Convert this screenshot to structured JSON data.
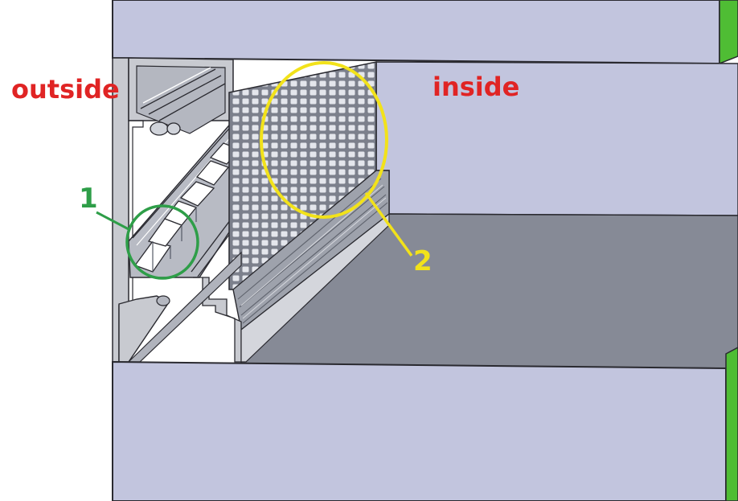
{
  "labels": {
    "outside": "outside",
    "inside": "inside",
    "callout_1": "1",
    "callout_2": "2"
  },
  "colors": {
    "label_red": "#e02424",
    "callout_green": "#2e9e48",
    "callout_yellow": "#f2e21a",
    "wall_face": "#c2c5de",
    "profile_grey": "#c8cad0",
    "floor_dark": "#868a96",
    "edge_green": "#4fbd34"
  }
}
